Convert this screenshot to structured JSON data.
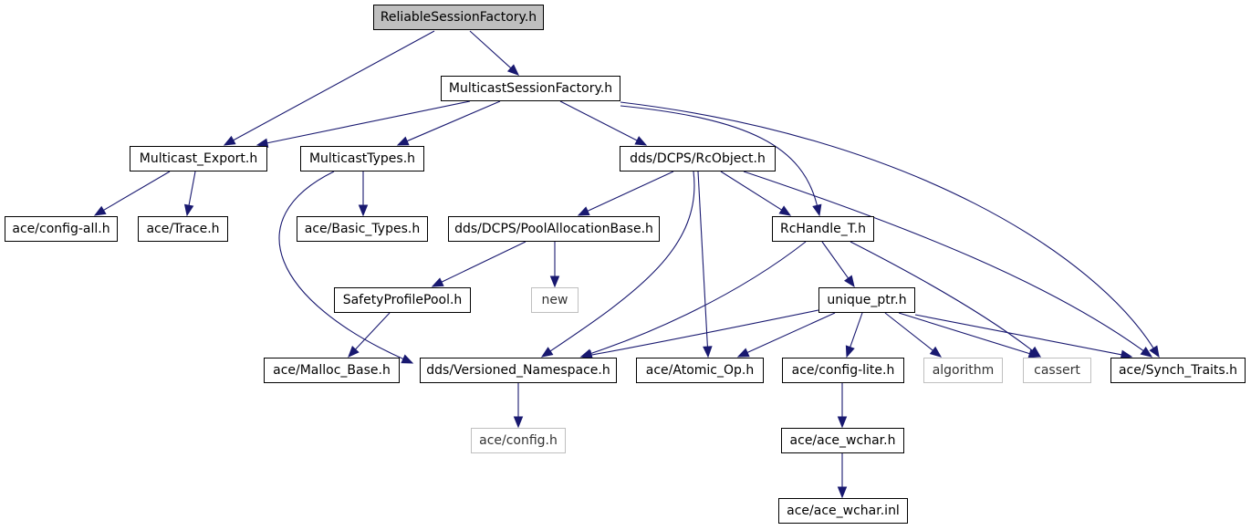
{
  "graph": {
    "edge_color": "#191970",
    "nodes": [
      {
        "id": "reliable_session_factory",
        "label": "ReliableSessionFactory.h",
        "kind": "root"
      },
      {
        "id": "multicast_session_factory",
        "label": "MulticastSessionFactory.h",
        "kind": "file"
      },
      {
        "id": "multicast_export",
        "label": "Multicast_Export.h",
        "kind": "file"
      },
      {
        "id": "multicast_types",
        "label": "MulticastTypes.h",
        "kind": "file"
      },
      {
        "id": "rc_object",
        "label": "dds/DCPS/RcObject.h",
        "kind": "file"
      },
      {
        "id": "config_all",
        "label": "ace/config-all.h",
        "kind": "file"
      },
      {
        "id": "trace",
        "label": "ace/Trace.h",
        "kind": "file"
      },
      {
        "id": "basic_types",
        "label": "ace/Basic_Types.h",
        "kind": "file"
      },
      {
        "id": "pool_allocation_base",
        "label": "dds/DCPS/PoolAllocationBase.h",
        "kind": "file"
      },
      {
        "id": "rc_handle",
        "label": "RcHandle_T.h",
        "kind": "file"
      },
      {
        "id": "safety_profile_pool",
        "label": "SafetyProfilePool.h",
        "kind": "file"
      },
      {
        "id": "new",
        "label": "new",
        "kind": "external"
      },
      {
        "id": "unique_ptr",
        "label": "unique_ptr.h",
        "kind": "file"
      },
      {
        "id": "malloc_base",
        "label": "ace/Malloc_Base.h",
        "kind": "file"
      },
      {
        "id": "versioned_namespace",
        "label": "dds/Versioned_Namespace.h",
        "kind": "file"
      },
      {
        "id": "atomic_op",
        "label": "ace/Atomic_Op.h",
        "kind": "file"
      },
      {
        "id": "config_lite",
        "label": "ace/config-lite.h",
        "kind": "file"
      },
      {
        "id": "algorithm",
        "label": "algorithm",
        "kind": "external"
      },
      {
        "id": "cassert",
        "label": "cassert",
        "kind": "external"
      },
      {
        "id": "synch_traits",
        "label": "ace/Synch_Traits.h",
        "kind": "file"
      },
      {
        "id": "config",
        "label": "ace/config.h",
        "kind": "external"
      },
      {
        "id": "ace_wchar",
        "label": "ace/ace_wchar.h",
        "kind": "file"
      },
      {
        "id": "ace_wchar_inl",
        "label": "ace/ace_wchar.inl",
        "kind": "file"
      }
    ],
    "edges": [
      {
        "from": "reliable_session_factory",
        "to": "multicast_session_factory"
      },
      {
        "from": "reliable_session_factory",
        "to": "multicast_export"
      },
      {
        "from": "multicast_session_factory",
        "to": "multicast_export"
      },
      {
        "from": "multicast_session_factory",
        "to": "multicast_types"
      },
      {
        "from": "multicast_session_factory",
        "to": "rc_object"
      },
      {
        "from": "multicast_session_factory",
        "to": "rc_handle"
      },
      {
        "from": "multicast_session_factory",
        "to": "synch_traits"
      },
      {
        "from": "multicast_export",
        "to": "config_all"
      },
      {
        "from": "multicast_export",
        "to": "trace"
      },
      {
        "from": "multicast_types",
        "to": "basic_types"
      },
      {
        "from": "multicast_types",
        "to": "versioned_namespace"
      },
      {
        "from": "rc_object",
        "to": "pool_allocation_base"
      },
      {
        "from": "rc_object",
        "to": "rc_handle"
      },
      {
        "from": "rc_object",
        "to": "versioned_namespace"
      },
      {
        "from": "rc_object",
        "to": "atomic_op"
      },
      {
        "from": "rc_object",
        "to": "synch_traits"
      },
      {
        "from": "pool_allocation_base",
        "to": "safety_profile_pool"
      },
      {
        "from": "pool_allocation_base",
        "to": "new"
      },
      {
        "from": "safety_profile_pool",
        "to": "malloc_base"
      },
      {
        "from": "rc_handle",
        "to": "unique_ptr"
      },
      {
        "from": "rc_handle",
        "to": "versioned_namespace"
      },
      {
        "from": "rc_handle",
        "to": "cassert"
      },
      {
        "from": "unique_ptr",
        "to": "versioned_namespace"
      },
      {
        "from": "unique_ptr",
        "to": "atomic_op"
      },
      {
        "from": "unique_ptr",
        "to": "config_lite"
      },
      {
        "from": "unique_ptr",
        "to": "algorithm"
      },
      {
        "from": "unique_ptr",
        "to": "cassert"
      },
      {
        "from": "unique_ptr",
        "to": "synch_traits"
      },
      {
        "from": "versioned_namespace",
        "to": "config"
      },
      {
        "from": "config_lite",
        "to": "ace_wchar"
      },
      {
        "from": "ace_wchar",
        "to": "ace_wchar_inl"
      }
    ]
  }
}
